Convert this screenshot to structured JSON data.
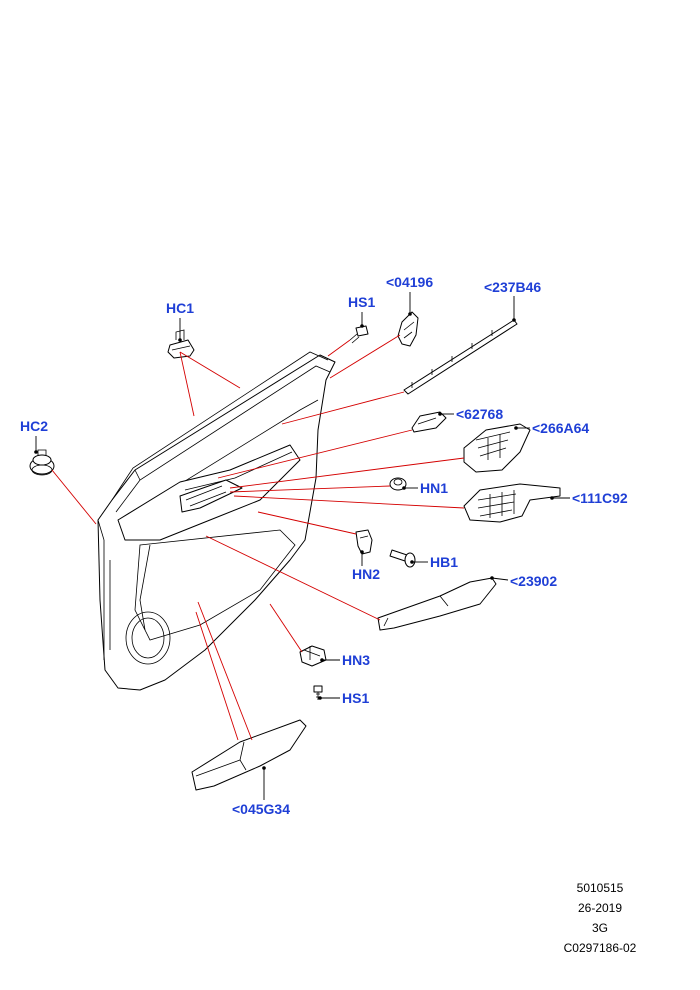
{
  "callouts": {
    "hc1": "HC1",
    "hs1_top": "HS1",
    "p04196": "<04196",
    "p237b46": "<237B46",
    "hc2": "HC2",
    "p62768": "<62768",
    "p266a64": "<266A64",
    "hn1": "HN1",
    "p111c92": "<111C92",
    "hb1": "HB1",
    "hn2": "HN2",
    "p23902": "<23902",
    "hn3": "HN3",
    "hs1_bottom": "HS1",
    "p045g34": "<045G34"
  },
  "footer": {
    "line1": "5010515",
    "line2": "26-2019",
    "line3": "3G",
    "line4": "C0297186-02"
  },
  "colors": {
    "callout_text": "#1f3fd6",
    "leader_lines": "#d40000",
    "outline": "#000000"
  }
}
